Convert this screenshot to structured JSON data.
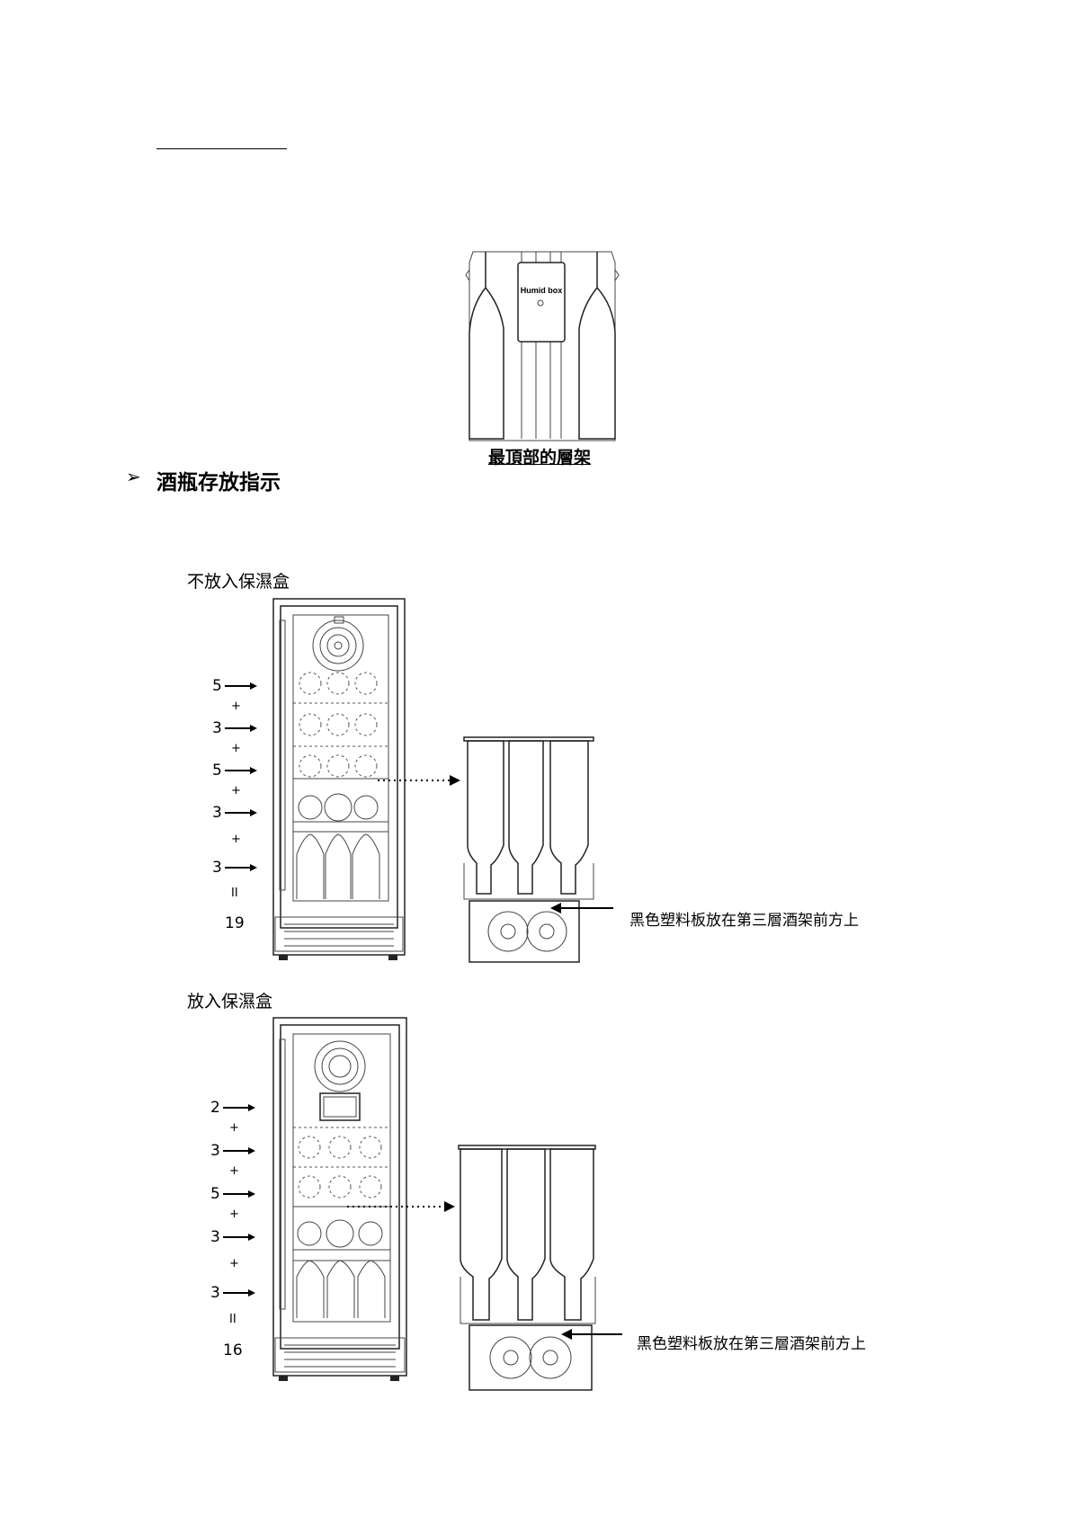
{
  "shelf_figure": {
    "box_label": "Humid box",
    "caption": "最頂部的層架"
  },
  "section": {
    "bullet": "➢",
    "heading": "酒瓶存放指示"
  },
  "without_box": {
    "label": "不放入保濕盒",
    "counts": [
      "5",
      "+",
      "3",
      "+",
      "5",
      "+",
      "3",
      "+",
      "3",
      "II",
      "19"
    ],
    "annotation": "黑色塑料板放在第三層酒架前方上"
  },
  "with_box": {
    "label": "放入保濕盒",
    "counts": [
      "2",
      "+",
      "3",
      "+",
      "5",
      "+",
      "3",
      "+",
      "3",
      "II",
      "16"
    ],
    "annotation": "黑色塑料板放在第三層酒架前方上"
  }
}
